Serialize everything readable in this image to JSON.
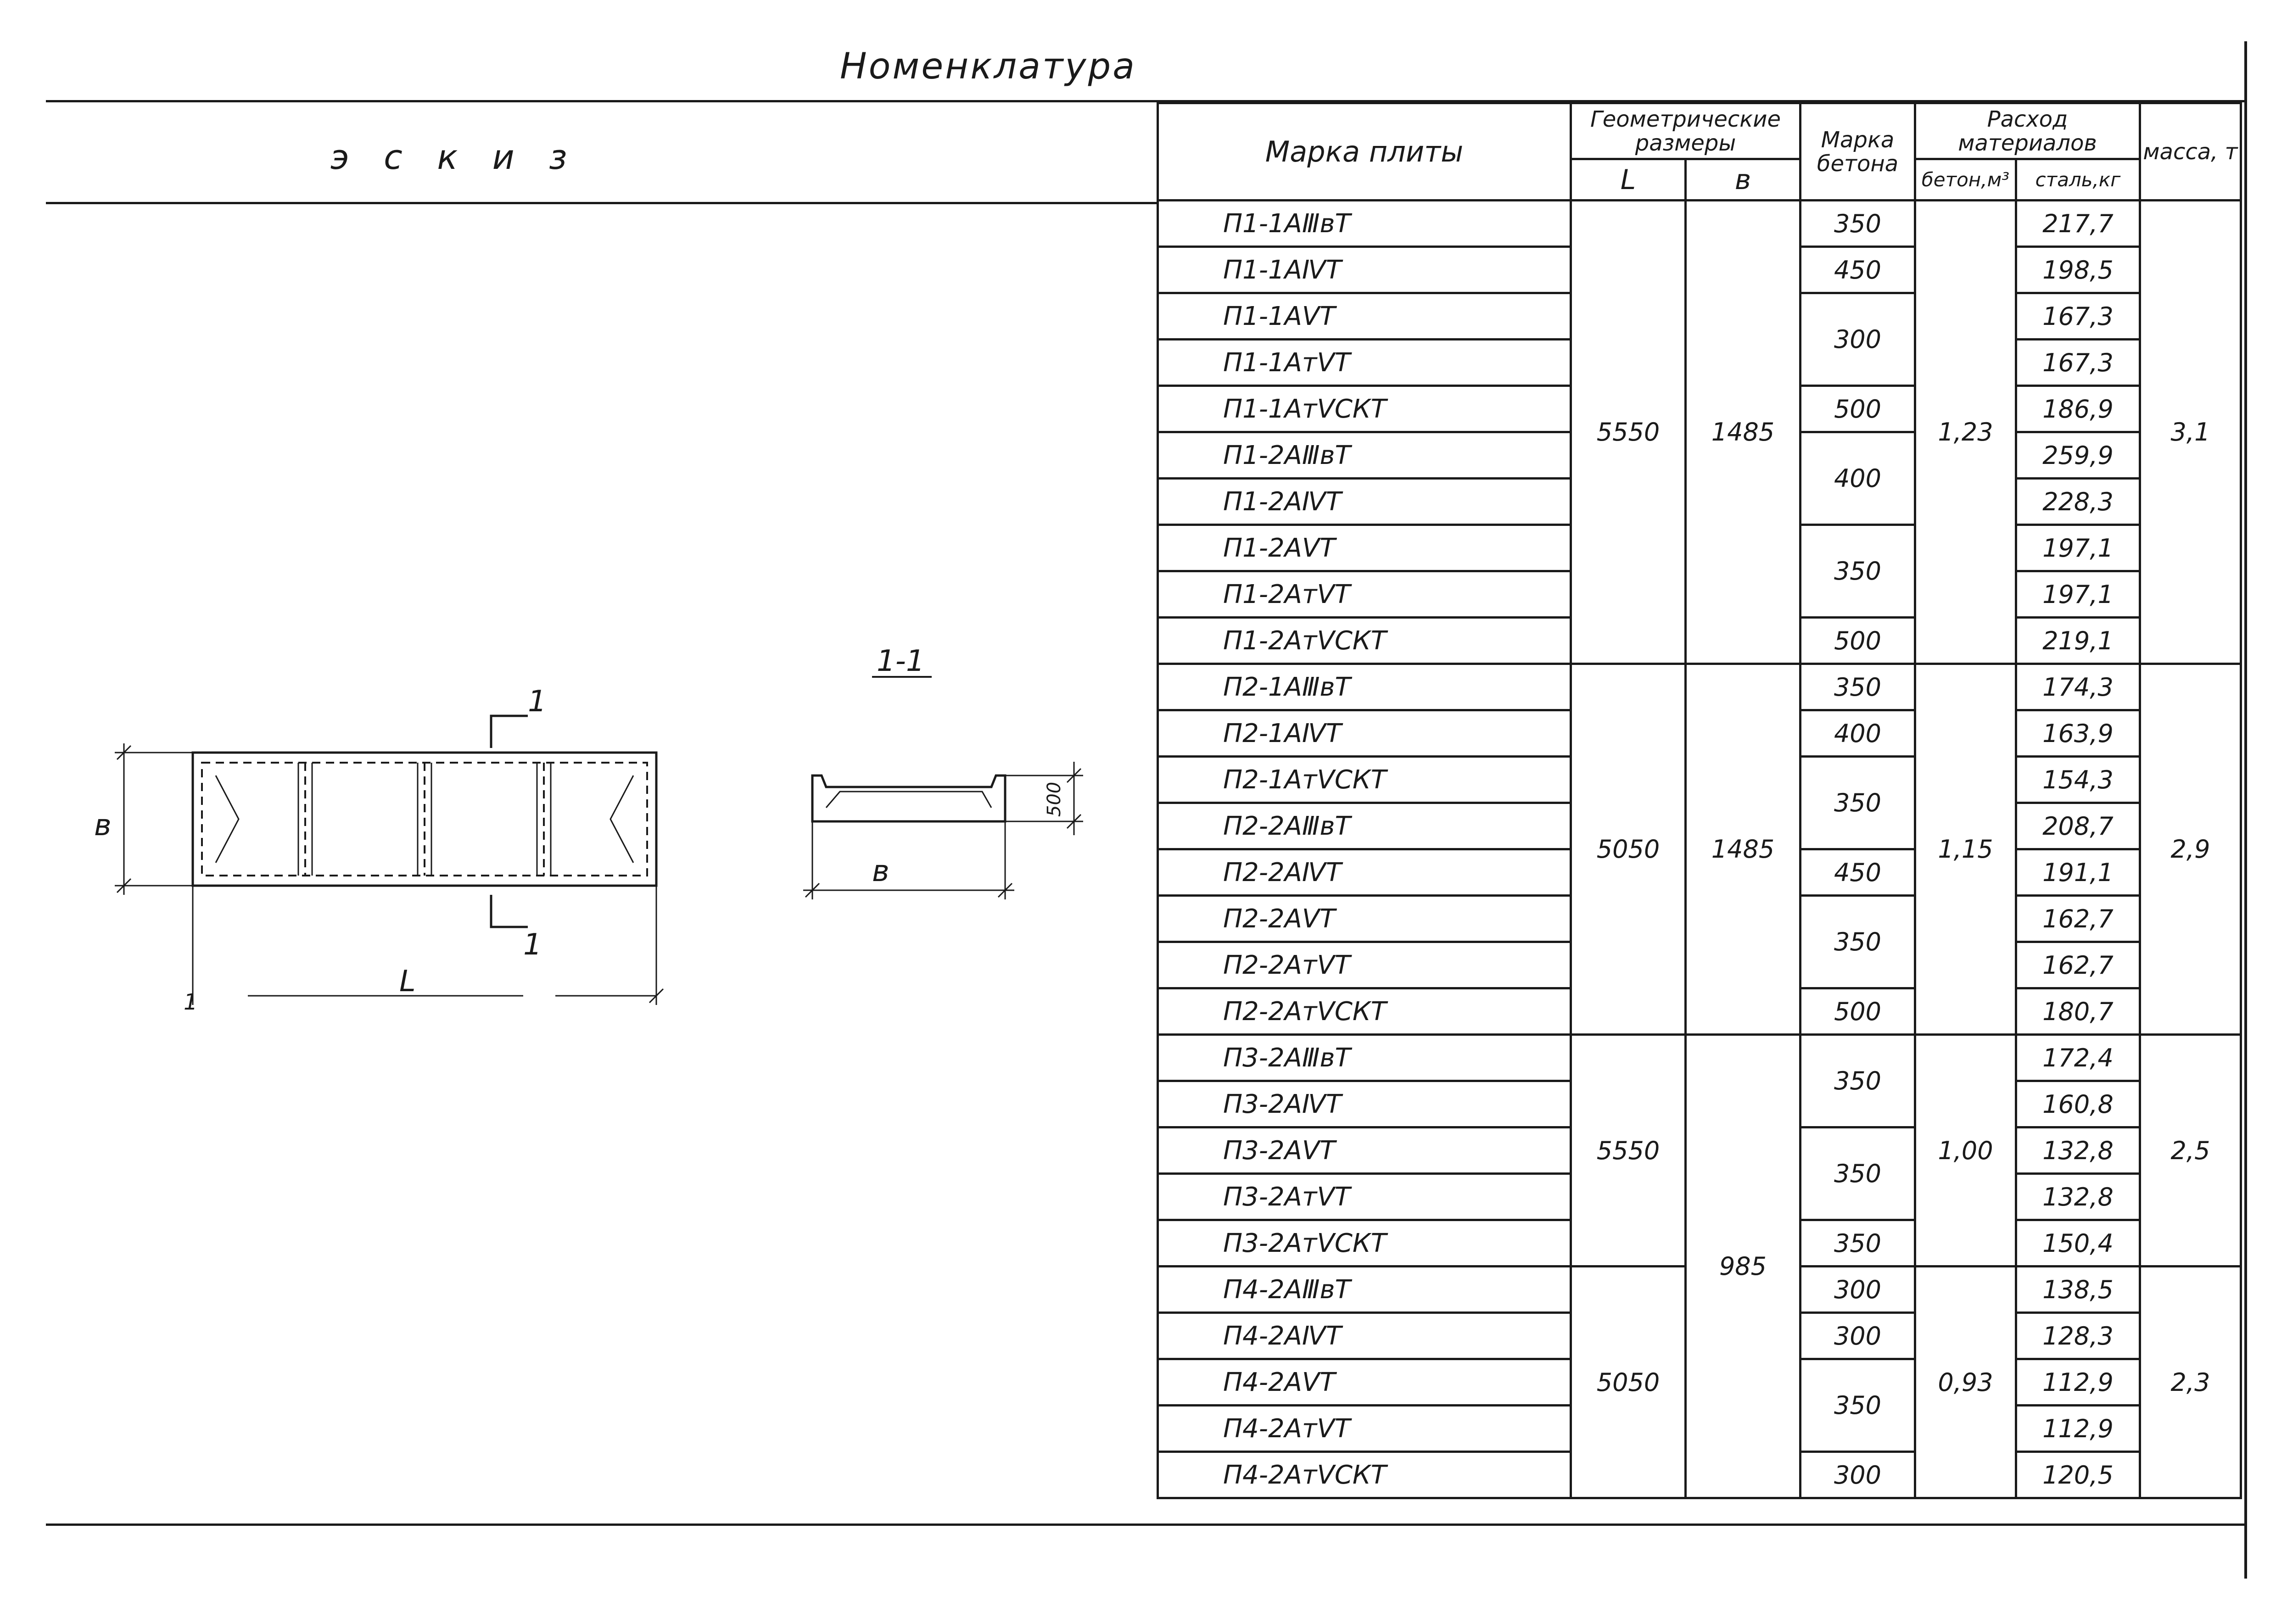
{
  "document_title": "Номенклатура",
  "sketch": {
    "title": "э с к и з",
    "section_label": "1-1",
    "cut_label_top": "1",
    "cut_label_bottom": "1",
    "dim_length": "L",
    "dim_width_plan": "в",
    "dim_width_section": "в",
    "dim_height": "500",
    "left_mark": "1"
  },
  "table": {
    "headers": {
      "mark": "Марка плиты",
      "geometry": "Геометрические размеры",
      "L": "L",
      "B": "в",
      "concrete_grade": "Марка бетона",
      "consumption": "Расход материалов",
      "concrete_m3": "бетон,м³",
      "steel_kg": "сталь,кг",
      "mass": "масса, т"
    },
    "groups": [
      {
        "L": "5550",
        "B": "1485",
        "concrete_m3": "1,23",
        "mass": "3,1",
        "rows": [
          {
            "mark": "П1-1АⅢвТ",
            "grade": "350",
            "steel": "217,7"
          },
          {
            "mark": "П1-1АⅣТ",
            "grade": "450",
            "steel": "198,5"
          },
          {
            "mark": "П1-1АⅤТ",
            "grade": "300",
            "steel": "167,3"
          },
          {
            "mark": "П1-1АтⅤТ",
            "grade": "",
            "steel": "167,3"
          },
          {
            "mark": "П1-1АтⅤСКТ",
            "grade": "500",
            "steel": "186,9"
          },
          {
            "mark": "П1-2АⅢвТ",
            "grade": "400",
            "steel": "259,9"
          },
          {
            "mark": "П1-2АⅣТ",
            "grade": "",
            "steel": "228,3"
          },
          {
            "mark": "П1-2АⅤТ",
            "grade": "350",
            "steel": "197,1"
          },
          {
            "mark": "П1-2АтⅤТ",
            "grade": "",
            "steel": "197,1"
          },
          {
            "mark": "П1-2АтⅤСКТ",
            "grade": "500",
            "steel": "219,1"
          }
        ]
      },
      {
        "L": "5050",
        "B": "1485",
        "concrete_m3": "1,15",
        "mass": "2,9",
        "rows": [
          {
            "mark": "П2-1АⅢвТ",
            "grade": "350",
            "steel": "174,3"
          },
          {
            "mark": "П2-1АⅣТ",
            "grade": "400",
            "steel": "163,9"
          },
          {
            "mark": "П2-1АтⅤСКТ",
            "grade": "350",
            "steel": "154,3"
          },
          {
            "mark": "П2-2АⅢвТ",
            "grade": "",
            "steel": "208,7"
          },
          {
            "mark": "П2-2АⅣТ",
            "grade": "450",
            "steel": "191,1"
          },
          {
            "mark": "П2-2АⅤТ",
            "grade": "350",
            "steel": "162,7"
          },
          {
            "mark": "П2-2АтⅤТ",
            "grade": "",
            "steel": "162,7"
          },
          {
            "mark": "П2-2АтⅤСКТ",
            "grade": "500",
            "steel": "180,7"
          }
        ]
      },
      {
        "L": "5550",
        "B": "985",
        "concrete_m3": "1,00",
        "mass": "2,5",
        "rows": [
          {
            "mark": "П3-2АⅢвТ",
            "grade": "350",
            "steel": "172,4"
          },
          {
            "mark": "П3-2АⅣТ",
            "grade": "",
            "steel": "160,8"
          },
          {
            "mark": "П3-2АⅤТ",
            "grade": "350",
            "steel": "132,8"
          },
          {
            "mark": "П3-2АтⅤТ",
            "grade": "",
            "steel": "132,8"
          },
          {
            "mark": "П3-2АтⅤСКТ",
            "grade": "350",
            "steel": "150,4"
          }
        ]
      },
      {
        "L": "5050",
        "B": "",
        "concrete_m3": "0,93",
        "mass": "2,3",
        "rows": [
          {
            "mark": "П4-2АⅢвТ",
            "grade": "300",
            "steel": "138,5"
          },
          {
            "mark": "П4-2АⅣТ",
            "grade": "300",
            "steel": "128,3"
          },
          {
            "mark": "П4-2АⅤТ",
            "grade": "350",
            "steel": "112,9"
          },
          {
            "mark": "П4-2АтⅤТ",
            "grade": "",
            "steel": "112,9"
          },
          {
            "mark": "П4-2АтⅤСКТ",
            "grade": "300",
            "steel": "120,5"
          }
        ]
      }
    ]
  }
}
